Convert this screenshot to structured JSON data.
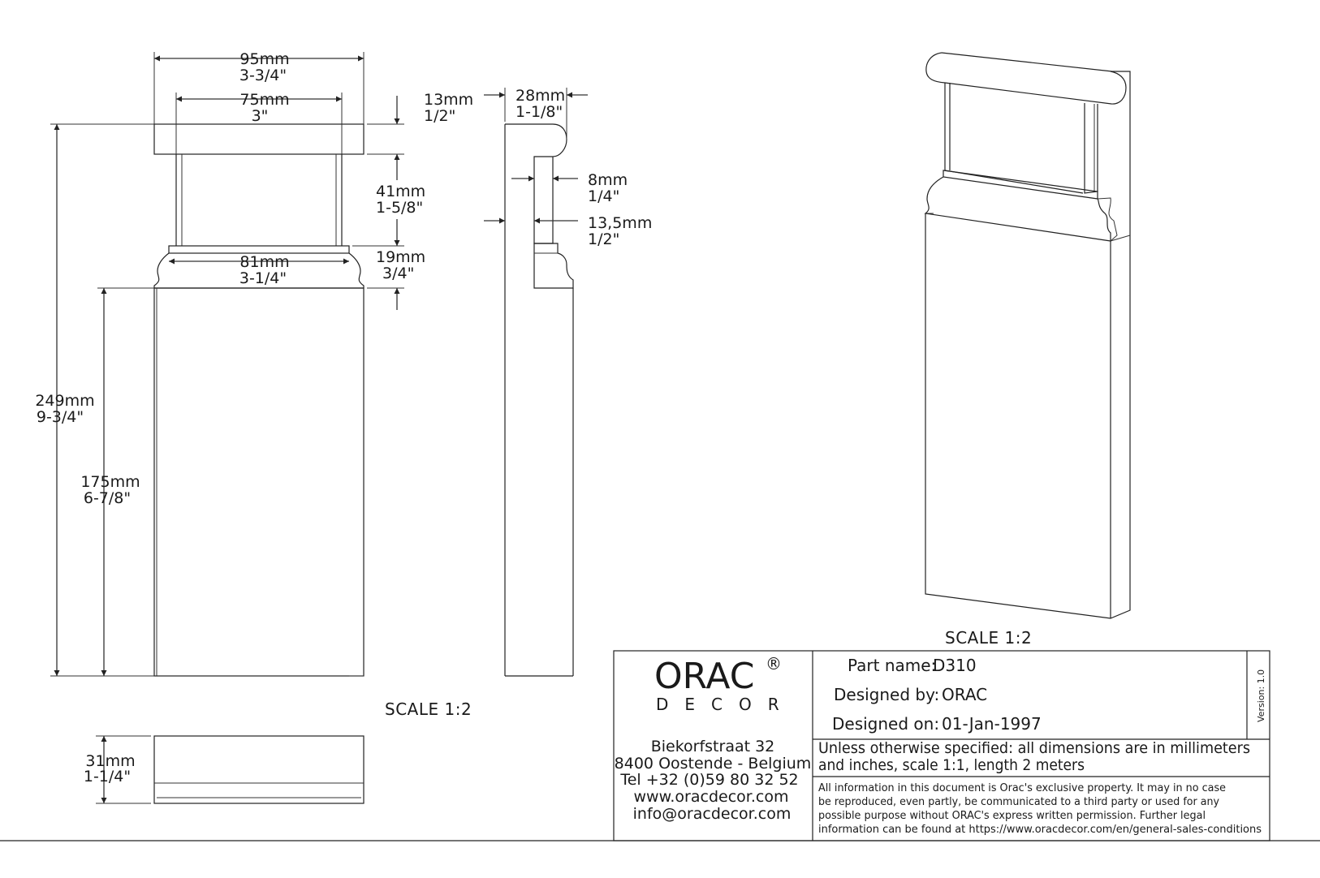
{
  "dimensions": {
    "width_total": [
      "95mm",
      "3-3/4\""
    ],
    "width_inner": [
      "75mm",
      "3\""
    ],
    "width_base": [
      "81mm",
      "3-1/4\""
    ],
    "top_cap": [
      "13mm",
      "1/2\""
    ],
    "profile_depth": [
      "28mm",
      "1-1/8\""
    ],
    "gap_height": [
      "41mm",
      "1-5/8\""
    ],
    "base_molding": [
      "19mm",
      "3/4\""
    ],
    "total_height": [
      "249mm",
      "9-3/4\""
    ],
    "lower_height": [
      "175mm",
      "6-7/8\""
    ],
    "inner_depth": [
      "8mm",
      "1/4\""
    ],
    "step_depth": [
      "13,5mm",
      "1/2\""
    ],
    "thickness": [
      "31mm",
      "1-1/4\""
    ]
  },
  "scale_front": "SCALE  1:2",
  "scale_iso": "SCALE  1:2",
  "title_block": {
    "logo_main": "ORAC",
    "logo_reg": "®",
    "logo_sub": "DECOR",
    "address": [
      "Biekorfstraat 32",
      "8400 Oostende - Belgium",
      "Tel  +32 (0)59 80 32 52",
      "www.oracdecor.com",
      "info@oracdecor.com"
    ],
    "part_name_label": "Part name:",
    "part_name_value": "D310",
    "designed_by_label": "Designed by:",
    "designed_by_value": "ORAC",
    "designed_on_label": "Designed on:",
    "designed_on_value": "01-Jan-1997",
    "version": "Version: 1.0",
    "spec_note": [
      "Unless otherwise specified: all dimensions are in millimeters",
      "and inches, scale 1:1, length 2 meters"
    ],
    "legal_note": [
      "All information in this document is Orac's exclusive property.  It may in no case",
      "be reproduced, even partly, be communicated to a third party or used for any",
      "possible purpose without ORAC's express written permission. Further legal",
      "information can be found at https://www.oracdecor.com/en/general-sales-conditions"
    ]
  }
}
